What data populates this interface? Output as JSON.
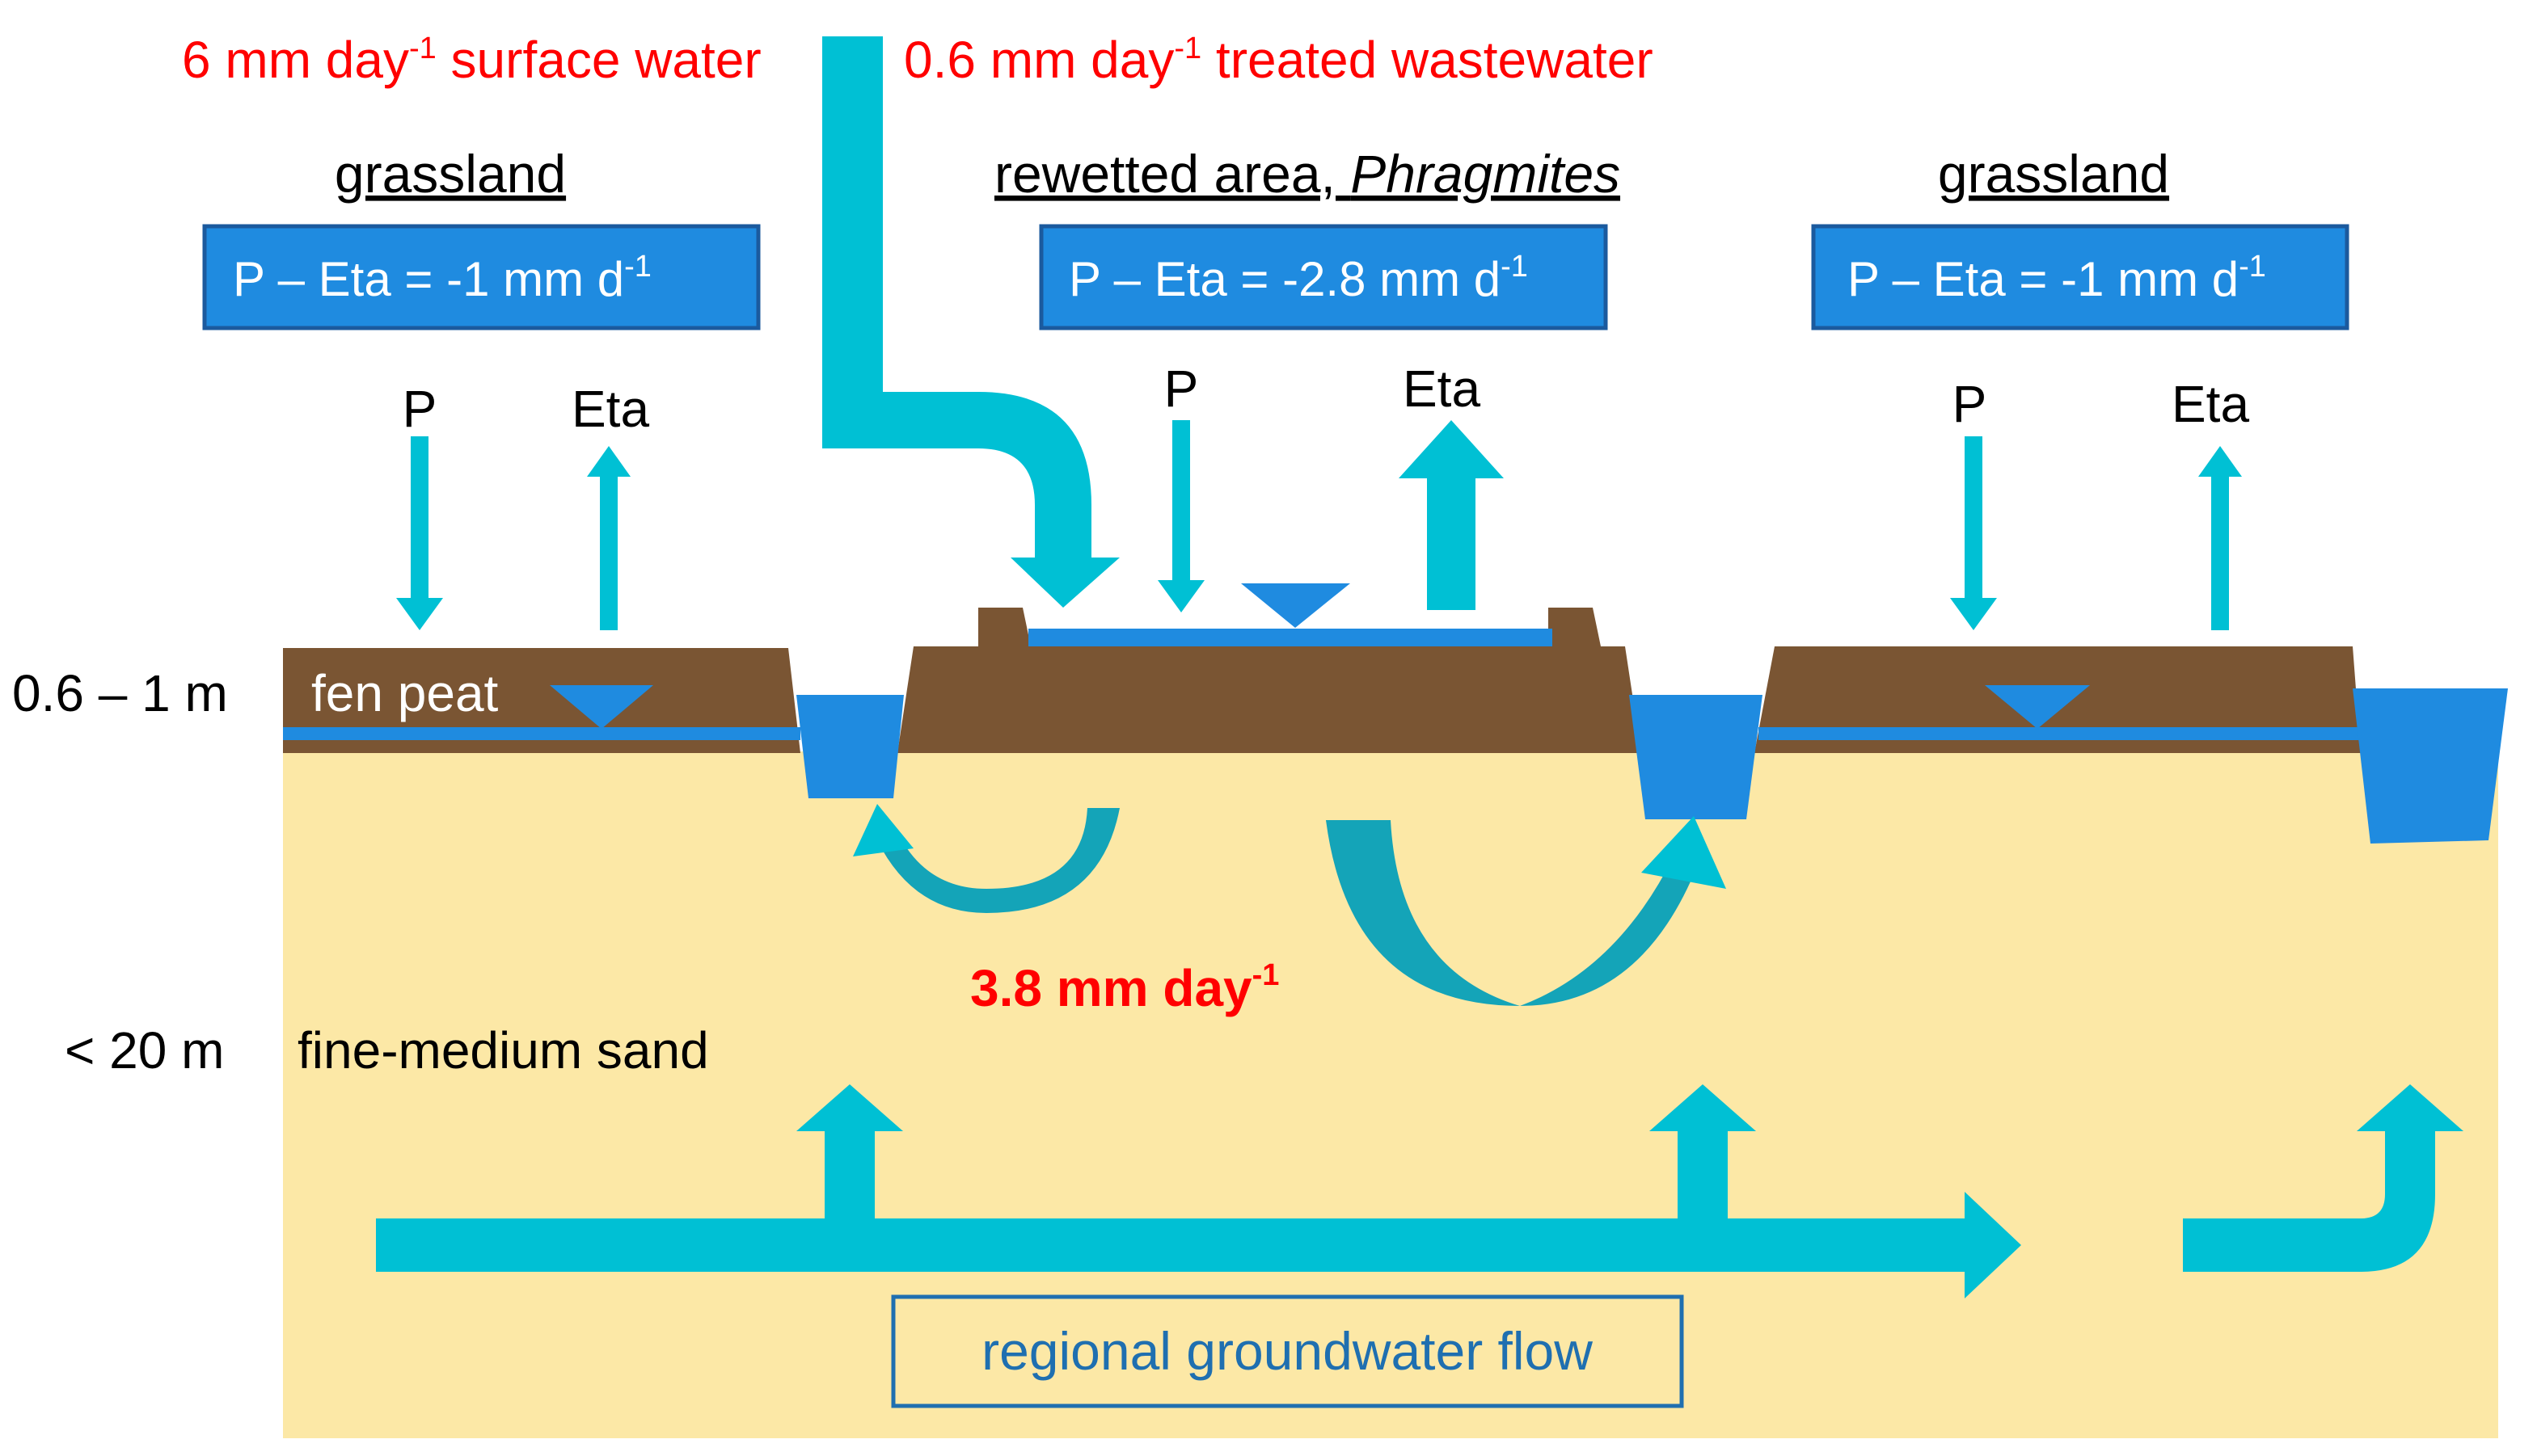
{
  "colors": {
    "sand": "#fce8a6",
    "peat": "#7a5533",
    "water": "#1f8be0",
    "flow_arrow": "#00c0d4",
    "box_fill": "#1f8be0",
    "box_border": "#1b5a9e",
    "highlight_text": "#ff0000"
  },
  "inputs": {
    "surface_water": {
      "value": "6 mm day",
      "exp": "-1",
      "suffix": " surface water"
    },
    "wastewater": {
      "value": "0.6 mm day",
      "exp": "-1",
      "suffix": " treated wastewater"
    }
  },
  "areas": [
    {
      "title": "grassland",
      "balance": "P – Eta = -1 mm d",
      "exp": "-1",
      "p_label": "P",
      "eta_label": "Eta"
    },
    {
      "title_plain": "rewetted area, ",
      "title_italic": "Phragmites",
      "balance": "P – Eta = -2.8 mm d",
      "exp": "-1",
      "p_label": "P",
      "eta_label": "Eta"
    },
    {
      "title": "grassland",
      "balance": "P – Eta = -1 mm d",
      "exp": "-1",
      "p_label": "P",
      "eta_label": "Eta"
    }
  ],
  "layers": {
    "peat": {
      "depth": "0.6 – 1 m",
      "name": "fen peat"
    },
    "sand": {
      "depth": "< 20 m",
      "name": "fine-medium sand"
    }
  },
  "exchange_flux": {
    "value": "3.8 mm day",
    "exp": "-1"
  },
  "regional_flow_label": "regional groundwater flow",
  "icons": [
    "water-table-triangle-icon",
    "down-arrow-icon",
    "up-arrow-icon",
    "curved-flow-arrow-icon"
  ]
}
